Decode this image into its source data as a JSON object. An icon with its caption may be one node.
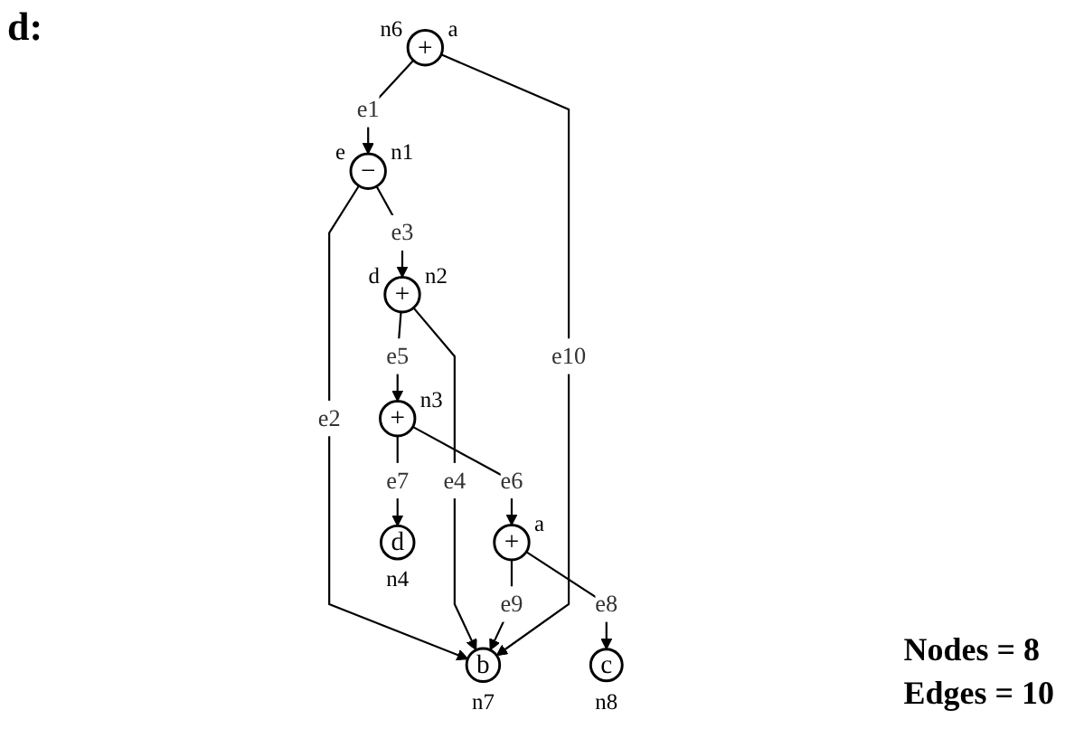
{
  "diagram": {
    "nodes": [
      {
        "text": [
          "+"
        ],
        "beside": [
          "d",
          "n2"
        ]
      },
      {
        "text": [
          "−"
        ],
        "beside": [
          "e",
          "n1"
        ]
      },
      {
        "text": [
          "+"
        ],
        "beside": [
          "n3"
        ]
      },
      {
        "text": [
          "+"
        ],
        "beside": [
          "a"
        ]
      },
      {
        "text": [
          "d"
        ],
        "beside": [
          "n4"
        ]
      },
      {
        "text": [
          "+"
        ],
        "beside": [
          "n6",
          "a"
        ]
      },
      {
        "text": [
          "b"
        ],
        "beside": [
          "n7"
        ]
      },
      {
        "text": [
          "c"
        ],
        "beside": [
          "n8"
        ]
      }
    ],
    "edges": [
      {
        "from": 5,
        "to": 1,
        "arrow": "to",
        "label": "e1"
      },
      {
        "from": 1,
        "to": 6,
        "arrow": "to",
        "label": "e2"
      },
      {
        "from": 1,
        "to": 0,
        "arrow": "to",
        "label": "e3"
      },
      {
        "from": 0,
        "to": 6,
        "arrow": "to",
        "label": "e4"
      },
      {
        "from": 0,
        "to": 2,
        "arrow": "to",
        "label": "e5"
      },
      {
        "from": 2,
        "to": 3,
        "arrow": "to",
        "label": "e6"
      },
      {
        "from": 2,
        "to": 4,
        "arrow": "to",
        "label": "e7"
      },
      {
        "from": 3,
        "to": 7,
        "arrow": "to",
        "label": "e8"
      },
      {
        "from": 3,
        "to": 6,
        "arrow": "to",
        "label": "e9"
      },
      {
        "from": 5,
        "to": 6,
        "arrow": "to",
        "label": "e10"
      }
    ],
    "labels": [
      "d:",
      "Nodes = 8",
      "Edges = 10"
    ]
  }
}
